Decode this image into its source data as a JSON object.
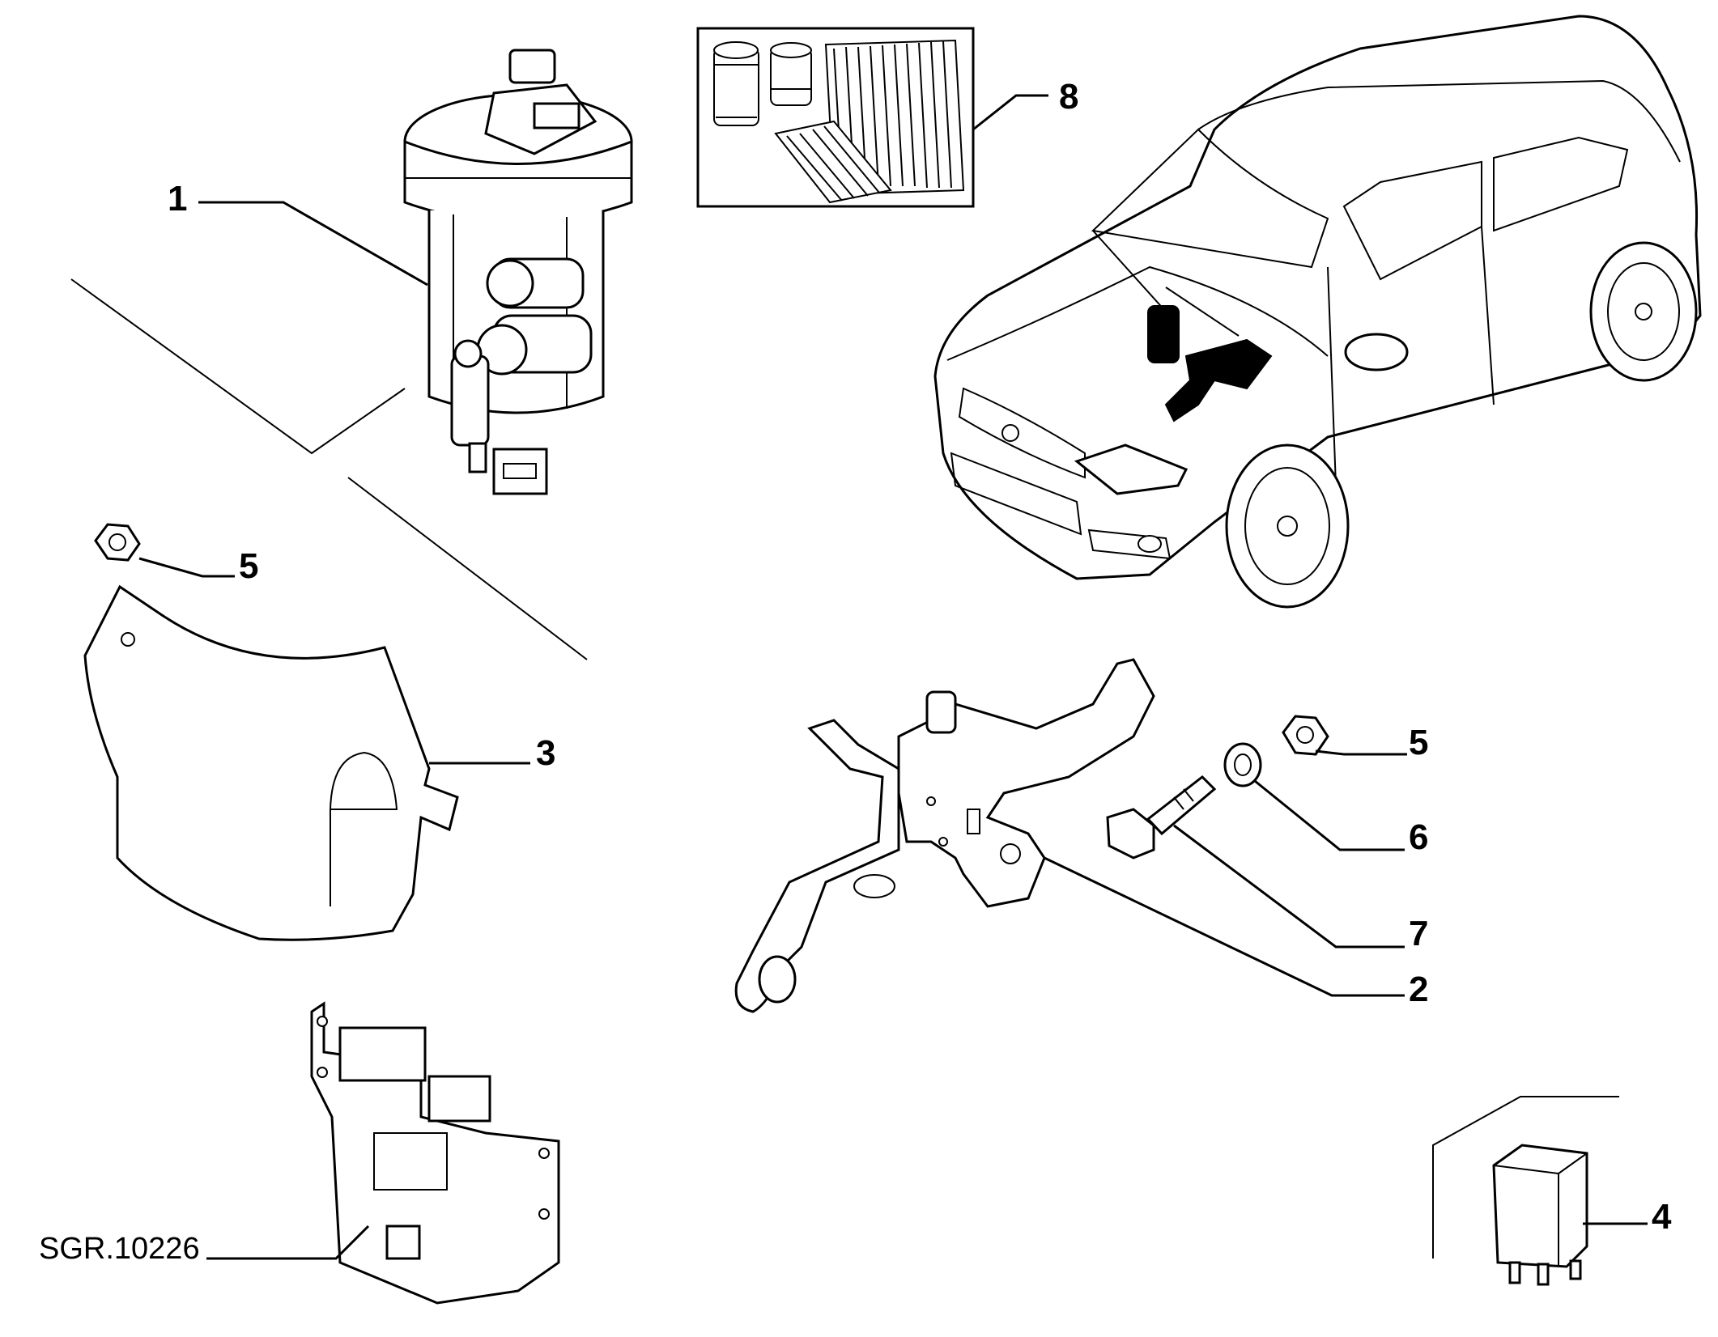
{
  "diagram": {
    "reference_code": "SGR.10226",
    "callouts": [
      {
        "id": "1",
        "label": "1",
        "part": "fuel-filter-assembly"
      },
      {
        "id": "2",
        "label": "2",
        "part": "mounting-bracket"
      },
      {
        "id": "3",
        "label": "3",
        "part": "heat-shield-cover"
      },
      {
        "id": "4",
        "label": "4",
        "part": "relay"
      },
      {
        "id": "5a",
        "label": "5",
        "part": "nut"
      },
      {
        "id": "5b",
        "label": "5",
        "part": "nut"
      },
      {
        "id": "6",
        "label": "6",
        "part": "washer"
      },
      {
        "id": "7",
        "label": "7",
        "part": "bolt"
      },
      {
        "id": "8",
        "label": "8",
        "part": "filter-kit"
      }
    ]
  }
}
